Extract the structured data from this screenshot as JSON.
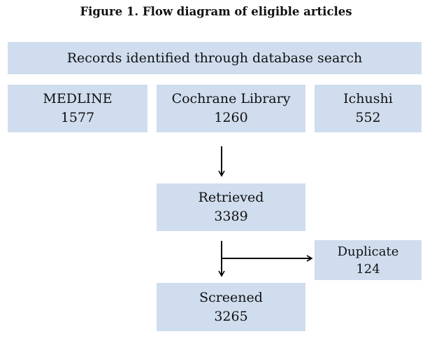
{
  "title": "Figure 1. Flow diagram of eligible articles",
  "header": {
    "label": "Records identified through database search"
  },
  "sources": [
    {
      "name": "MEDLINE",
      "count": "1577"
    },
    {
      "name": "Cochrane Library",
      "count": "1260"
    },
    {
      "name": "Ichushi",
      "count": "552"
    }
  ],
  "retrieved": {
    "label": "Retrieved",
    "count": "3389"
  },
  "duplicate": {
    "label": "Duplicate",
    "count": "124"
  },
  "screened": {
    "label": "Screened",
    "count": "3265"
  },
  "colors": {
    "box_fill": "#cfddee",
    "text": "#111111",
    "arrow": "#000000"
  }
}
